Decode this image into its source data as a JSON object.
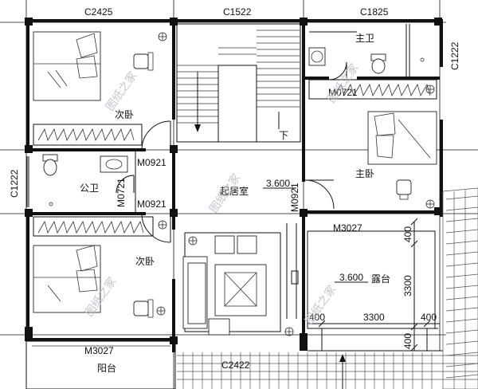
{
  "windows": {
    "top_left": "C2425",
    "top_middle": "C1522",
    "top_right": "C1825",
    "right_side": "C1222",
    "left_side": "C1222",
    "bottom": "C2422"
  },
  "doors": {
    "master_bath": "M0721",
    "bedroom_top_left": "M0921",
    "bath_public": "M0721",
    "bedroom_bottom_left": "M0921",
    "living_right": "M0921",
    "terrace": "M3027",
    "balcony": "M3027"
  },
  "rooms": {
    "bedroom_top_left": "次卧",
    "master_bath": "主卫",
    "master_bedroom": "主卧",
    "public_bath": "公卫",
    "living_room": "起居室",
    "bedroom_bottom_left": "次卧",
    "terrace": "露台",
    "balcony": "阳台"
  },
  "stair": {
    "down_label": "下"
  },
  "levels": {
    "living": "3.600",
    "terrace": "3.600"
  },
  "dimensions": {
    "terrace_top": "400",
    "terrace_side": "3300",
    "terrace_bottom_side": "400",
    "terrace_width_left": "400",
    "terrace_width_main": "3300",
    "terrace_width_right": "400"
  },
  "watermark": "图纸之家"
}
